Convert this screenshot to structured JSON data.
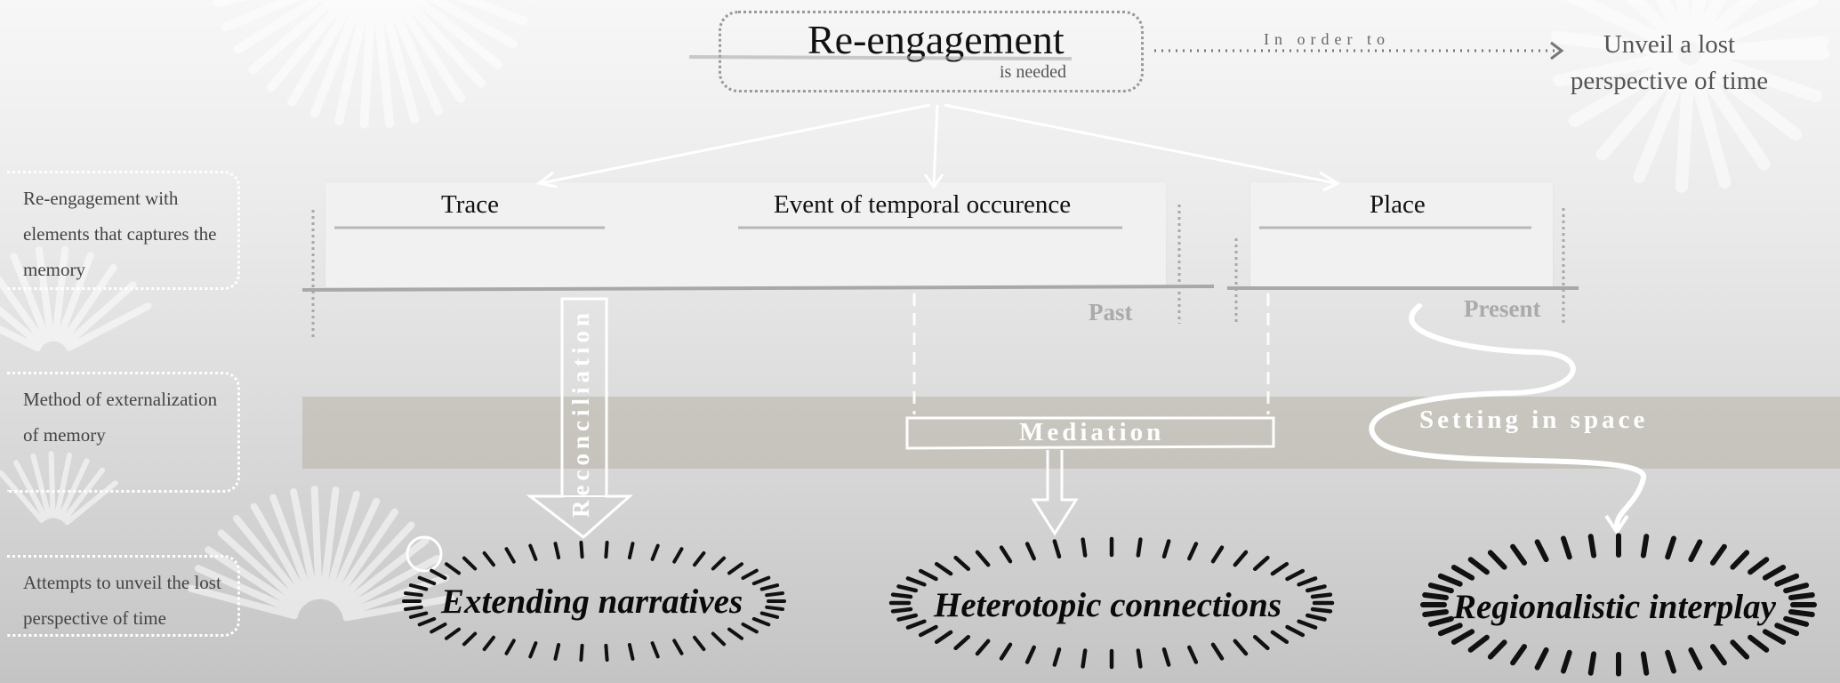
{
  "title": "Re-engagement",
  "title_note": "is needed",
  "connector_label": "In order to",
  "goal": "Unveil a lost perspective of time",
  "row_labels": [
    "Re-engagement with elements that captures the memory",
    "Method of externalization of memory",
    "Attempts to unveil the lost perspective of time"
  ],
  "elements": [
    "Trace",
    "Event of temporal occurence",
    "Place"
  ],
  "time_labels": [
    "Past",
    "Present"
  ],
  "methods": [
    "Reconciliation",
    "Mediation",
    "Setting in space"
  ],
  "attempts": [
    "Extending narratives",
    "Heterotopic connections",
    "Regionalistic interplay"
  ],
  "colors": {
    "band": "#b4b0a0",
    "method_text": "#ffffff",
    "time_text": "#aaaaaa",
    "burst": "#111111"
  }
}
